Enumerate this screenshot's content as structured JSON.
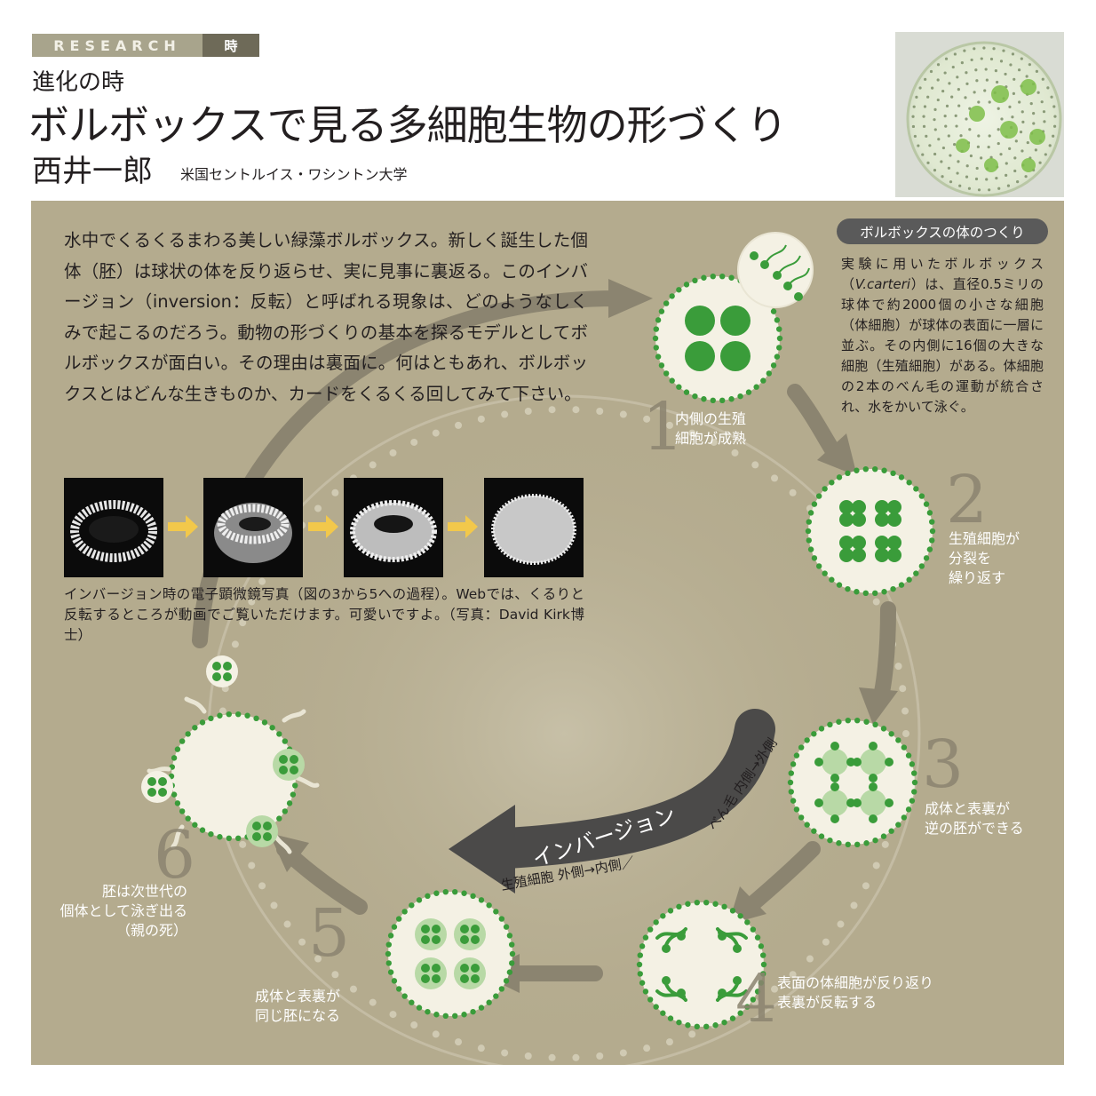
{
  "header": {
    "tag_main": "RESEARCH",
    "tag_sub": "時",
    "kicker": "進化の時",
    "title": "ボルボックスで見る多細胞生物の形づくり",
    "author": "西井一郎",
    "affiliation": "米国セントルイス・ワシントン大学"
  },
  "intro": {
    "text": "水中でくるくるまわる美しい緑藻ボルボックス。新しく誕生した個体（胚）は球状の体を反り返らせ、実に見事に裏返る。このインバージョン（inversion：反転）と呼ばれる現象は、どのようなしくみで起こるのだろう。動物の形づくりの基本を探るモデルとしてボルボックスが面白い。その理由は裏面に。何はともあれ、ボルボックスとはどんな生きものか、カードをくるくる回してみて下さい。"
  },
  "photo_caption": "インバージョン時の電子顕微鏡写真（図の3から5への過程）。Webでは、くるりと反転するところが動画でご覧いただけます。可愛いですよ。（写真：David Kirk博士）",
  "sidebar": {
    "title": "ボルボックスの体のつくり",
    "body_pre": "実験に用いたボルボックス（",
    "species": "V.carteri",
    "body_post": "）は、直径0.5ミリの球体で約2000個の小さな細胞（体細胞）が球体の表面に一層に並ぶ。その内側に16個の大きな細胞（生殖細胞）がある。体細胞の2本のべん毛の運動が統合され、水をかいて泳ぐ。"
  },
  "steps": [
    {
      "num": "1",
      "line1": "内側の生殖",
      "line2": "細胞が成熟",
      "line3": ""
    },
    {
      "num": "2",
      "line1": "生殖細胞が",
      "line2": "分裂を",
      "line3": "繰り返す"
    },
    {
      "num": "3",
      "line1": "成体と表裏が",
      "line2": "逆の胚ができる",
      "line3": ""
    },
    {
      "num": "4",
      "line1": "表面の体細胞が反り返り",
      "line2": "表裏が反転する",
      "line3": ""
    },
    {
      "num": "5",
      "line1": "成体と表裏が",
      "line2": "同じ胚になる",
      "line3": ""
    },
    {
      "num": "6",
      "line1": "胚は次世代の",
      "line2": "個体として泳ぎ出る",
      "line3": "（親の死）"
    }
  ],
  "inversion": {
    "label": "インバージョン",
    "flagella": "べん毛 内側→外側",
    "germ": "生殖細胞 外側→内側／"
  },
  "colors": {
    "panel": "#b4ab8e",
    "arrow": "#8b8470",
    "green": "#3a9c3a",
    "cell_fill": "#f4f1e4",
    "dark_arrow": "#4b4a49",
    "em_arrow": "#f2c84b"
  }
}
